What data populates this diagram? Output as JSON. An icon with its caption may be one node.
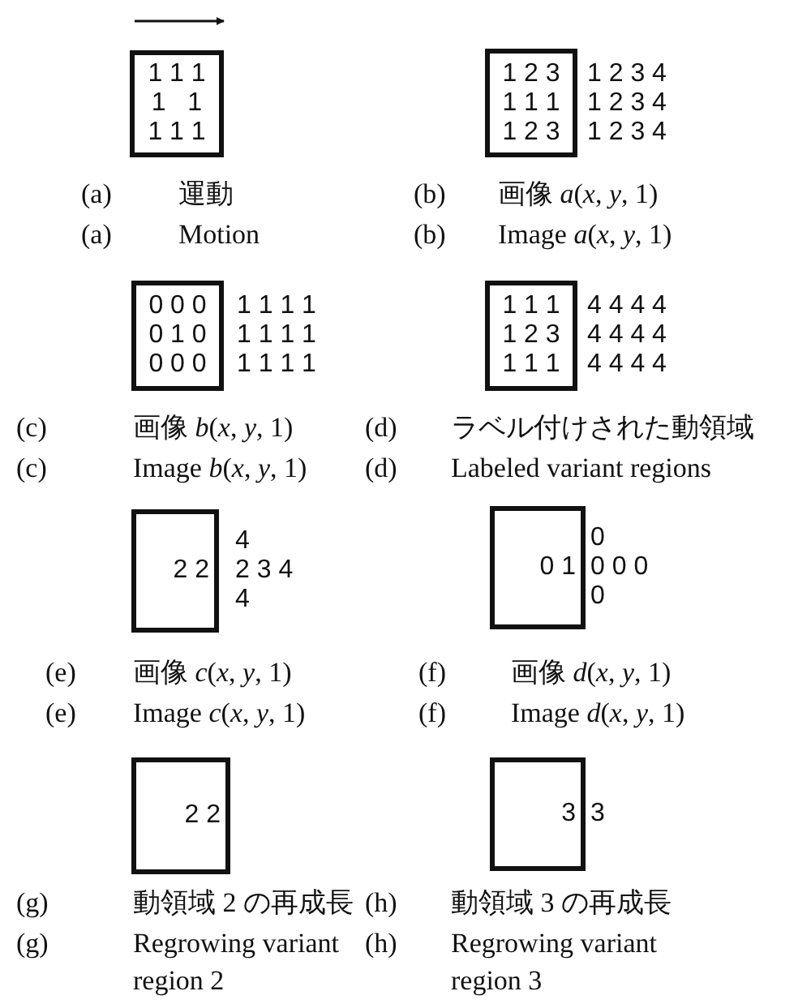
{
  "diagram": {
    "nodes": [
      {
        "text": [
          "1 1 1",
          "1   1",
          "1 1 1"
        ]
      },
      {
        "text": [
          "1 2 3",
          "1 1 1",
          "1 2 3"
        ],
        "beside": [
          "1 2 3 4",
          "1 2 3 4",
          "1 2 3 4"
        ]
      },
      {
        "text": [
          "0 0 0",
          "0 1 0",
          "0 0 0"
        ],
        "beside": [
          "1 1 1 1",
          "1 1 1 1",
          "1 1 1 1"
        ]
      },
      {
        "text": [
          "1 1 1",
          "1 2 3",
          "1 1 1"
        ],
        "beside": [
          "4 4 4 4",
          "4 4 4 4",
          "4 4 4 4"
        ]
      },
      {
        "text": [
          "2 2"
        ],
        "beside": [
          "4",
          "2 3 4",
          "4"
        ]
      },
      {
        "text": [
          "0 1"
        ],
        "beside": [
          "0",
          "0 0 0",
          "0"
        ]
      },
      {
        "text": [
          "2 2"
        ]
      },
      {
        "text": [
          "3"
        ],
        "beside": [
          "3"
        ]
      }
    ],
    "labels": [
      "(a)",
      "運動",
      "(b)",
      "画像 *a*(*x*, *y*, 1)",
      "(a)",
      "Motion",
      "(b)",
      "Image *a*(*x*, *y*, 1)",
      "(c)",
      "画像 *b*(*x*, *y*, 1)",
      "(d)",
      "ラベル付けされた動領域",
      "(c)",
      "Image *b*(*x*, *y*, 1)",
      "(d)",
      "Labeled variant regions",
      "(e)",
      "画像 *c*(*x*, *y*, 1)",
      "(f)",
      "画像 *d*(*x*, *y*, 1)",
      "(e)",
      "Image *c*(*x*, *y*, 1)",
      "(f)",
      "Image *d*(*x*, *y*, 1)",
      "(g)",
      "動領域 2 の再成長",
      "(h)",
      "動領域 3 の再成長",
      "(g)",
      "Regrowing variant region 2",
      "(h)",
      "Regrowing variant region 3"
    ]
  }
}
